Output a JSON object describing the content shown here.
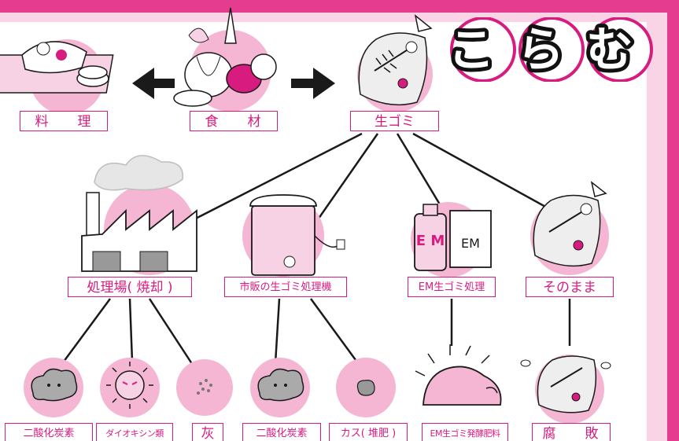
{
  "title": "こらむ",
  "top_labels": {
    "cooking": "料　理",
    "ingredients": "食　材",
    "garbage": "生ゴミ"
  },
  "methods": [
    {
      "id": "incineration",
      "label": "処理場( 焼却 )"
    },
    {
      "id": "commercial_processor",
      "label": "市販の生ゴミ処理機"
    },
    {
      "id": "em_processing",
      "label": "EM生ゴミ処理"
    },
    {
      "id": "as_is",
      "label": "そのまま"
    }
  ],
  "results": [
    {
      "id": "co2_a",
      "label": "二酸化炭素"
    },
    {
      "id": "dioxins",
      "label": "ダイオキシン類"
    },
    {
      "id": "ash",
      "label": "灰"
    },
    {
      "id": "co2_b",
      "label": "二酸化炭素"
    },
    {
      "id": "compost_residue",
      "label": "カス( 堆肥 )"
    },
    {
      "id": "em_fertilizer",
      "label": "EM生ゴミ発酵肥料"
    },
    {
      "id": "rot",
      "label": "腐　敗"
    }
  ],
  "icon_text": {
    "em_bottle": "E M",
    "em_bag": "EM"
  },
  "colors": {
    "accent": "#d81b7e",
    "pink_bg": "#f7c9e0",
    "circle": "#f4b6d2"
  }
}
